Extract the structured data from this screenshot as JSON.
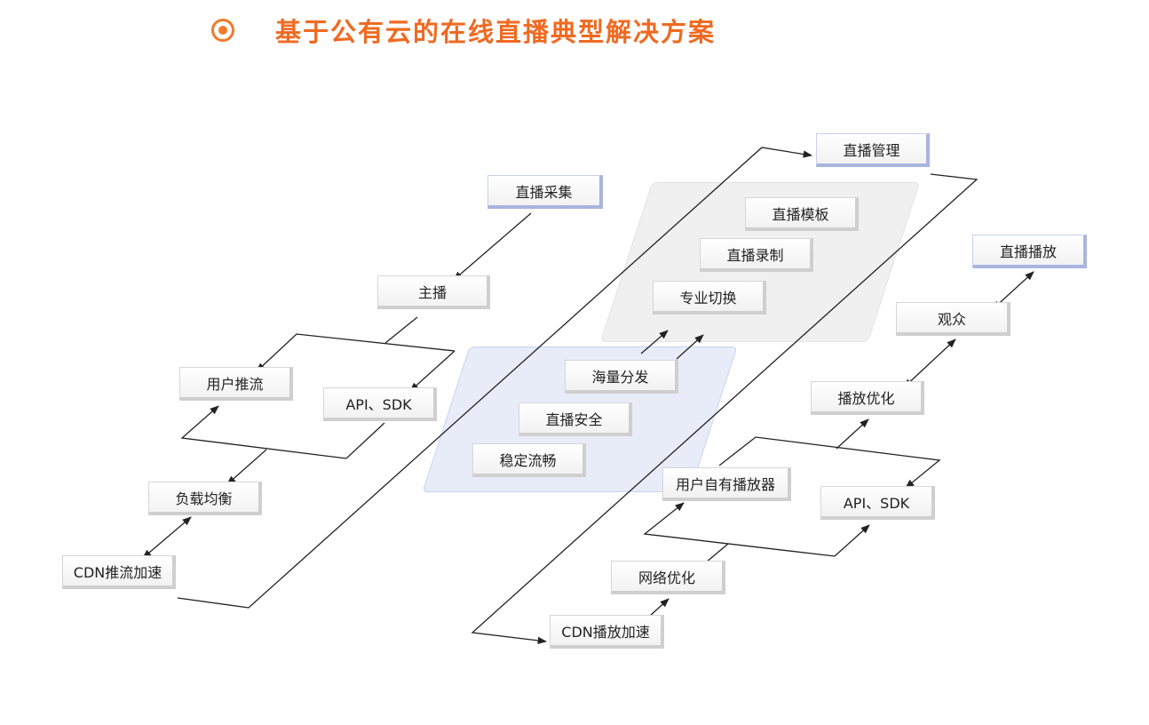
{
  "title": "基于公有云的在线直播典型解决方案",
  "icon": "target-bullet-icon",
  "accent_color": "#ef6a22",
  "nodes": {
    "live_mgmt": "直播管理",
    "live_capture": "直播采集",
    "anchor": "主播",
    "user_push": "用户推流",
    "api_sdk_left": "API、SDK",
    "load_balance": "负载均衡",
    "cdn_push": "CDN推流加速",
    "template": "直播模板",
    "recording": "直播录制",
    "switching": "专业切换",
    "distribution": "海量分发",
    "security": "直播安全",
    "stability": "稳定流畅",
    "live_play": "直播播放",
    "audience": "观众",
    "play_opt": "播放优化",
    "own_player": "用户自有播放器",
    "api_sdk_right": "API、SDK",
    "network_opt": "网络优化",
    "cdn_play": "CDN播放加速"
  }
}
